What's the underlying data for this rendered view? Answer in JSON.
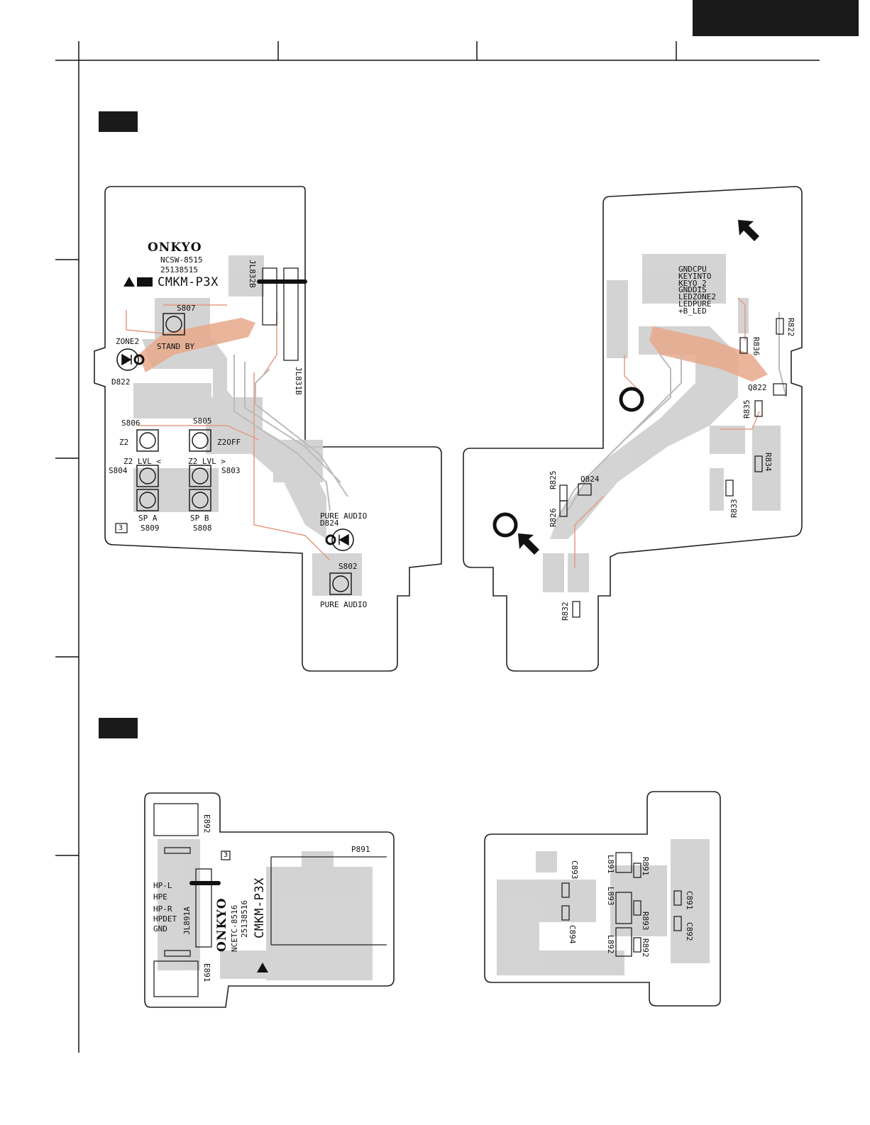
{
  "board1": {
    "component_side": {
      "logo": "ONKYO",
      "board_id": "NCSW-8515",
      "board_num": "25138515",
      "cert_mark": "CMKM-P3X",
      "jumpers": [
        "JL832B",
        "JL831B"
      ],
      "switches": [
        {
          "ref": "S807",
          "func": "STAND BY"
        },
        {
          "ref": "S806",
          "func": "Z2"
        },
        {
          "ref": "S805",
          "func": "Z2OFF"
        },
        {
          "ref": "S804",
          "func": "Z2 LVL <"
        },
        {
          "ref": "S803",
          "func": "Z2 LVL >"
        },
        {
          "ref": "S809",
          "func": "SP A"
        },
        {
          "ref": "S808",
          "func": "SP B"
        },
        {
          "ref": "S802",
          "func": "PURE AUDIO"
        }
      ],
      "leds": [
        {
          "ref": "D822",
          "func": "ZONE2"
        },
        {
          "ref": "D824",
          "func": "PURE AUDIO"
        }
      ],
      "box_num": "3"
    },
    "solder_side": {
      "signals": [
        "GNDCPU",
        "KEYINTO",
        "KEYO_2",
        "GNDDIS",
        "LEDZONE2",
        "LEDPURE",
        "+B_LED"
      ],
      "parts": [
        "R822",
        "R836",
        "Q822",
        "R835",
        "R834",
        "R833",
        "Q824",
        "R825",
        "R826",
        "R832"
      ]
    }
  },
  "board2": {
    "component_side": {
      "logo": "ONKYO",
      "board_id": "NCETC-8516",
      "board_num": "25138516",
      "cert_mark": "CMKM-P3X",
      "signals": [
        "HP-L",
        "HPE",
        "HP-R",
        "HPDET",
        "GND"
      ],
      "parts": [
        "E892",
        "E891",
        "JL891A",
        "P891"
      ],
      "box_num": "3"
    },
    "solder_side": {
      "parts": [
        "C893",
        "C894",
        "L891",
        "L893",
        "L892",
        "R891",
        "R893",
        "R892",
        "C891",
        "C892"
      ]
    }
  }
}
